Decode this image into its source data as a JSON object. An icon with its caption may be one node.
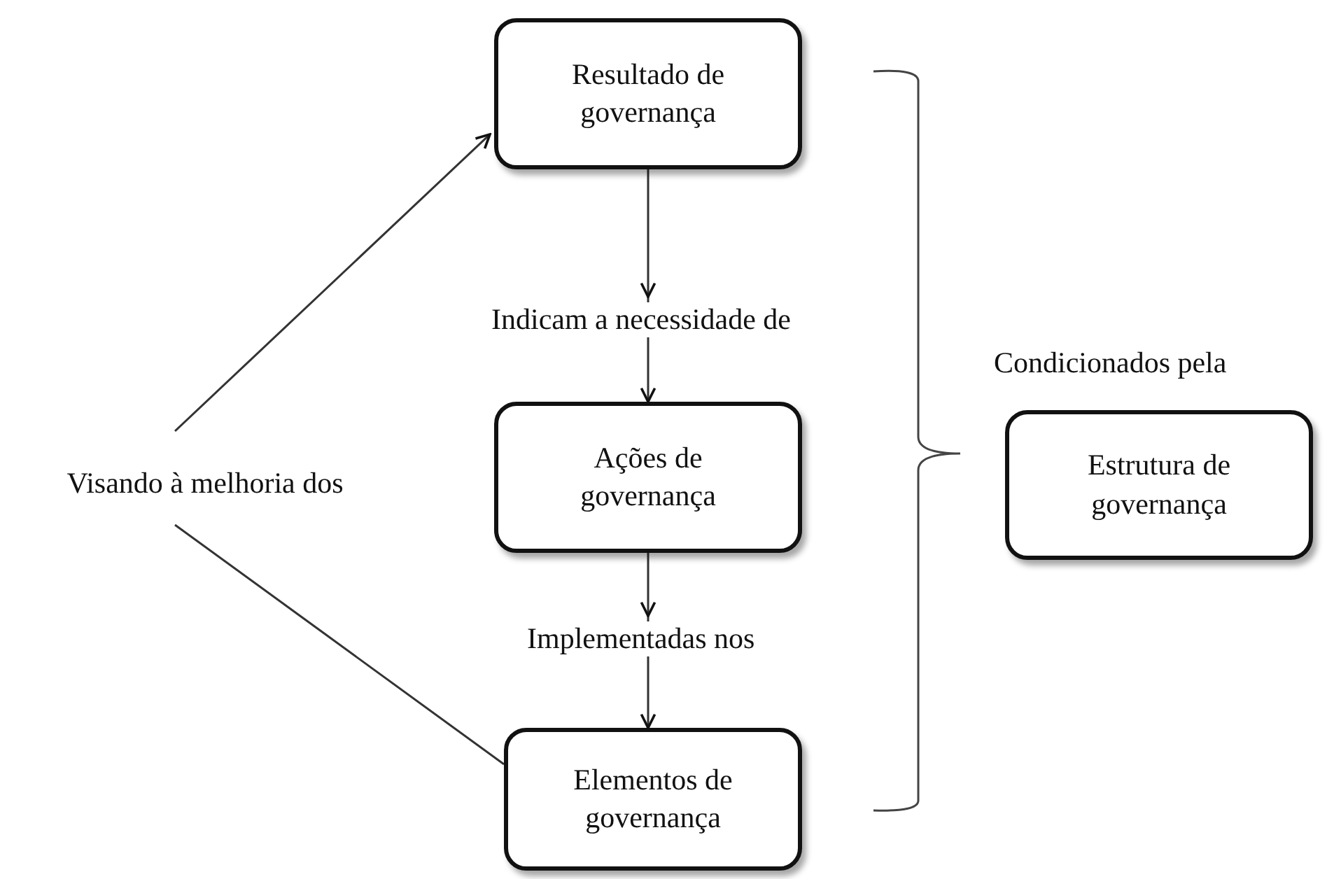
{
  "diagram": {
    "nodes": [
      {
        "text": [
          "Resultado de governança"
        ]
      },
      {
        "text": [
          "Ações de governança"
        ]
      },
      {
        "text": [
          "Elementos de governança"
        ]
      },
      {
        "text": [
          "Estrutura de governança"
        ],
        "beside": [
          "Condicionados pela"
        ]
      },
      {
        "text": [
          "Visando à melhoria dos"
        ]
      }
    ],
    "edges": [
      {
        "from": 0,
        "to": 1,
        "arrow": "to",
        "label": "Indicam a necessidade de"
      },
      {
        "from": 1,
        "to": 2,
        "arrow": "to",
        "label": "Implementadas nos"
      },
      {
        "from": 4,
        "to": 0,
        "arrow": "to"
      },
      {
        "from": 4,
        "to": 2,
        "arrow": "none"
      }
    ]
  }
}
